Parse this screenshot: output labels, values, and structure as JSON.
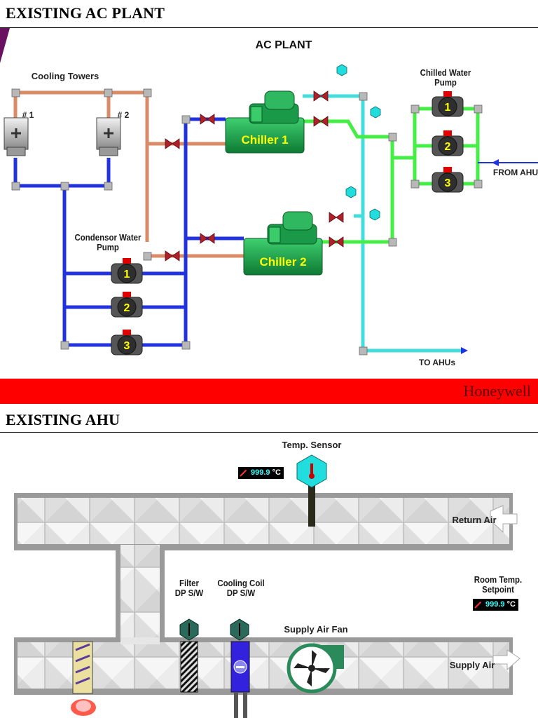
{
  "sections": {
    "ac_heading": "EXISTING AC PLANT",
    "ahu_heading": "EXISTING AHU"
  },
  "ac_plant": {
    "title": "AC PLANT",
    "cooling_towers_label": "Cooling Towers",
    "tower_1_label": "# 1",
    "tower_2_label": "# 2",
    "condenser_pump_label": "Condensor Water\nPump",
    "chilled_pump_label": "Chilled Water\nPump",
    "chiller_1": "Chiller 1",
    "chiller_2": "Chiller 2",
    "from_ahu": "FROM AHU",
    "to_ahus": "TO AHUs",
    "pump_numbers": [
      "1",
      "2",
      "3"
    ],
    "brand": "Honeywell",
    "colors": {
      "condenser_supply": "#e0906a",
      "condenser_return": "#2233dd",
      "chilled_supply": "#55ee44",
      "chilled_return": "#44dddd",
      "chiller_body": "#1aa54a",
      "valve": "#b0202a"
    }
  },
  "ahu": {
    "temp_sensor_label": "Temp. Sensor",
    "temp_reading": "999.9",
    "temp_unit": "°C",
    "return_air": "Return Air",
    "room_setpoint_label": "Room Temp.\nSetpoint",
    "setpoint_reading": "999.9",
    "setpoint_unit": "°C",
    "filter_label": "Filter\nDP S/W",
    "coil_label": "Cooling Coil\nDP S/W",
    "fan_label": "Supply Air Fan",
    "supply_air": "Supply Air"
  }
}
